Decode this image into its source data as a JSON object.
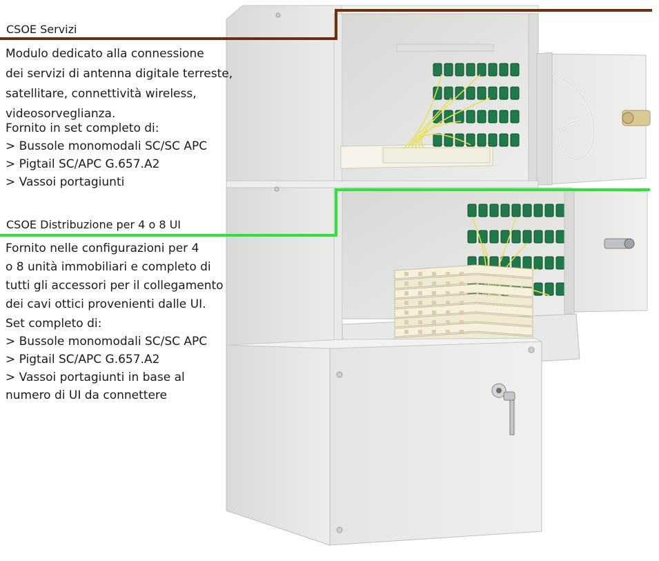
{
  "colors": {
    "servizi_line": "#6b2e0e",
    "distribuzione_line": "#2ee23a",
    "cabinet": "#e7e8e6",
    "connector": "#1f7a4a"
  },
  "servizi": {
    "title": "CSOE Servizi",
    "description": [
      "Modulo dedicato alla connessione",
      "dei servizi di antenna digitale terreste,",
      "satellitare, connettività wireless,",
      "videosorveglianza."
    ],
    "kit": [
      "Fornito in set completo di:",
      "> Bussole monomodali SC/SC APC",
      "> Pigtail SC/APC G.657.A2",
      "> Vassoi portagiunti"
    ]
  },
  "distribuzione": {
    "title": "CSOE Distribuzione per 4 o 8 UI",
    "description": [
      "Fornito nelle configurazioni per 4",
      "o 8 unità immobiliari e completo di",
      "tutti gli accessori per il collegamento",
      "dei cavi ottici provenienti dalle UI."
    ],
    "kit": [
      "Set completo di:",
      "> Bussole monomodali SC/SC APC",
      "> Pigtail SC/APC G.657.A2",
      "> Vassoi portagiunti in base al",
      "numero di UI da connettere"
    ]
  }
}
